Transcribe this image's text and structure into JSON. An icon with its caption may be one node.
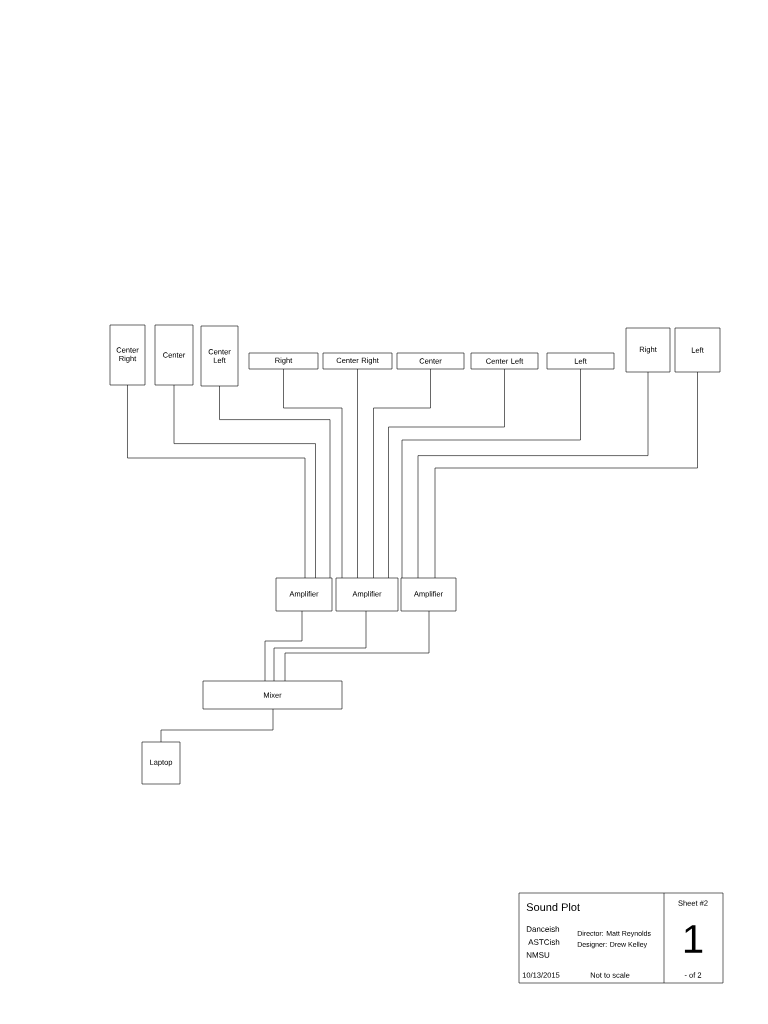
{
  "diagram": {
    "nodes": [
      {
        "text": [
          "Center Right"
        ]
      },
      {
        "text": [
          "Center"
        ]
      },
      {
        "text": [
          "Center Left"
        ]
      },
      {
        "text": [
          "Right"
        ]
      },
      {
        "text": [
          "Center Right"
        ]
      },
      {
        "text": [
          "Center"
        ]
      },
      {
        "text": [
          "Center Left"
        ]
      },
      {
        "text": [
          "Left"
        ]
      },
      {
        "text": [
          "Right"
        ]
      },
      {
        "text": [
          "Left"
        ]
      },
      {
        "text": [
          "Amplifier"
        ]
      },
      {
        "text": [
          "Amplifier"
        ]
      },
      {
        "text": [
          "Amplifier"
        ]
      },
      {
        "text": [
          "Mixer"
        ]
      },
      {
        "text": [
          "Laptop"
        ]
      }
    ],
    "edges": [
      {
        "from": 0,
        "to": 10,
        "arrow": "none"
      },
      {
        "from": 1,
        "to": 10,
        "arrow": "none"
      },
      {
        "from": 2,
        "to": 10,
        "arrow": "none"
      },
      {
        "from": 3,
        "to": 11,
        "arrow": "none"
      },
      {
        "from": 4,
        "to": 11,
        "arrow": "none"
      },
      {
        "from": 5,
        "to": 11,
        "arrow": "none"
      },
      {
        "from": 6,
        "to": 11,
        "arrow": "none"
      },
      {
        "from": 7,
        "to": 12,
        "arrow": "none"
      },
      {
        "from": 8,
        "to": 12,
        "arrow": "none"
      },
      {
        "from": 9,
        "to": 12,
        "arrow": "none"
      },
      {
        "from": 10,
        "to": 13,
        "arrow": "none"
      },
      {
        "from": 11,
        "to": 13,
        "arrow": "none"
      },
      {
        "from": 12,
        "to": 13,
        "arrow": "none"
      },
      {
        "from": 13,
        "to": 14,
        "arrow": "none"
      }
    ],
    "labels": [
      "Sound Plot",
      "Danceish",
      "ASTCish",
      "NMSU",
      "Director: Matt Reynolds",
      "Designer: Drew Kelley",
      "10/13/2015",
      "Not to scale",
      "Sheet #2",
      "1",
      "- of 2"
    ]
  }
}
